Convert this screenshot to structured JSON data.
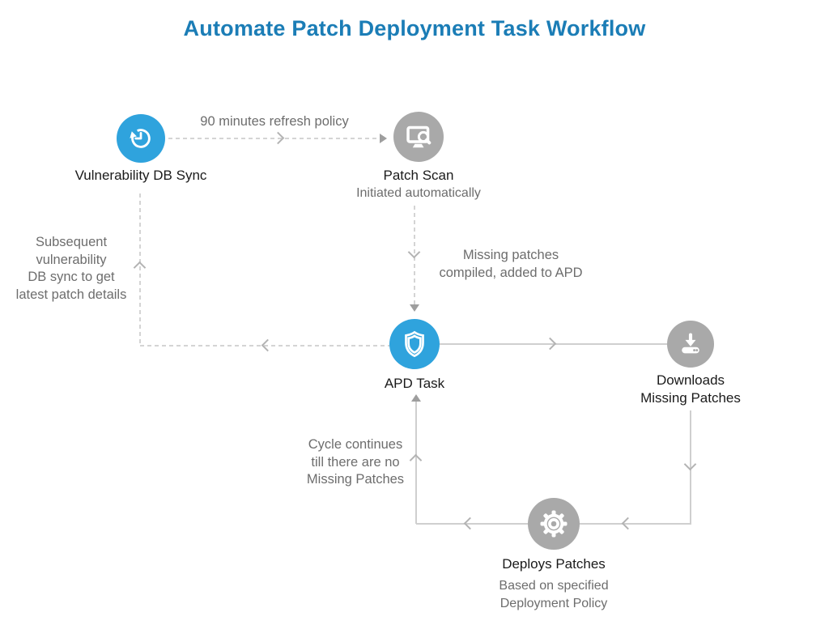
{
  "title": "Automate Patch Deployment Task Workflow",
  "colors": {
    "title_blue": "#1b7db6",
    "node_blue": "#2fa3dd",
    "node_gray": "#a9a9a9",
    "line_gray": "#cfcfcf",
    "dash_gray": "#d4d4d4",
    "arrow_gray": "#9e9e9e",
    "text_dark": "#1a1a1a",
    "text_gray": "#6d6d6d"
  },
  "nodes": {
    "vuln_db_sync": {
      "label": "Vulnerability DB Sync",
      "icon": "history-sync-icon"
    },
    "patch_scan": {
      "label": "Patch Scan",
      "sublabel": "Initiated automatically",
      "icon": "monitor-search-icon"
    },
    "apd_task": {
      "label": "APD Task",
      "icon": "shield-icon"
    },
    "downloads": {
      "label": "Downloads\nMissing Patches",
      "icon": "download-icon"
    },
    "deploys_patches": {
      "label": "Deploys Patches",
      "sublabel": "Based on specified\nDeployment Policy",
      "icon": "gear-icon"
    }
  },
  "annotations": {
    "refresh_policy": "90 minutes refresh policy",
    "missing_patches": "Missing patches\ncompiled, added to APD",
    "subsequent_sync": "Subsequent\nvulnerability\nDB sync to get\nlatest patch details",
    "cycle_continues": "Cycle continues\ntill there are no\nMissing Patches"
  }
}
